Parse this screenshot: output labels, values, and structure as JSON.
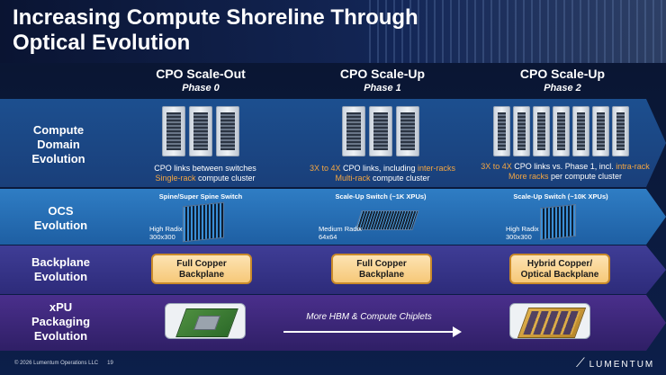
{
  "title": "Increasing Compute Shoreline Through Optical Evolution",
  "columns": [
    {
      "heading": "CPO Scale-Out",
      "phase": "Phase 0"
    },
    {
      "heading": "CPO Scale-Up",
      "phase": "Phase 1"
    },
    {
      "heading": "CPO Scale-Up",
      "phase": "Phase 2"
    }
  ],
  "rows": {
    "compute": "Compute Domain Evolution",
    "ocs": "OCS Evolution",
    "backplane": "Backplane Evolution",
    "packaging": "xPU Packaging Evolution"
  },
  "compute": {
    "col0_line1": "CPO links between switches",
    "col0_highlight": "Single-rack",
    "col0_rest": " compute cluster",
    "col1_highlight_a": "3X to 4X",
    "col1_mid": " CPO links, including ",
    "col1_highlight_b": "inter-racks",
    "col1_highlight_c": "Multi-rack",
    "col1_rest": " compute cluster",
    "col2_highlight_a": "3X to 4X",
    "col2_mid": " CPO links vs. Phase 1, incl. ",
    "col2_highlight_b": "intra-rack",
    "col2_highlight_c": "More racks",
    "col2_rest": " per compute cluster"
  },
  "ocs": {
    "col0_title": "Spine/Super Spine Switch",
    "col0_radix": "High Radix",
    "col0_size": "300x300",
    "col1_title": "Scale-Up Switch (~1K XPUs)",
    "col1_radix": "Medium Radix",
    "col1_size": "64x64",
    "col2_title": "Scale-Up Switch (~10K XPUs)",
    "col2_radix": "High Radix",
    "col2_size": "300x300"
  },
  "backplane": {
    "col0": "Full Copper Backplane",
    "col1": "Full Copper Backplane",
    "col2": "Hybrid Copper/ Optical Backplane"
  },
  "packaging": {
    "arrow_text": "More HBM & Compute Chiplets"
  },
  "footer": {
    "copyright": "© 2026 Lumentum Operations LLC",
    "page": "19",
    "logo": "LUMENTUM"
  },
  "colors": {
    "highlight": "#f4a641",
    "copper_box": "#f6c878"
  }
}
